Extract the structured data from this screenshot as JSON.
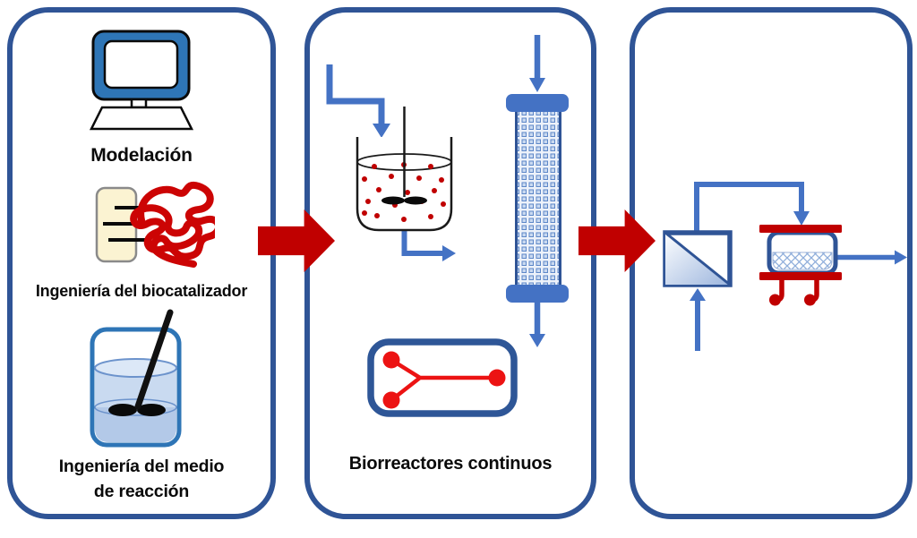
{
  "colors": {
    "panel_border": "#2F5496",
    "flow_blue": "#4472C4",
    "block_arrow_red": "#C00000",
    "bright_red": "#EC1313",
    "monitor_blue": "#2E75B6",
    "support_cream": "#FBF3D2"
  },
  "panel_left": {
    "item_modeling": {
      "label": "Modelación",
      "icon": "computer-monitor-icon"
    },
    "item_biocatalyst": {
      "label": "Ingeniería del biocatalizador",
      "icon": "immobilized-enzyme-icon"
    },
    "item_medium": {
      "line1": "Ingeniería del medio",
      "line2": "de reacción",
      "icon": "reaction-vessel-icon"
    }
  },
  "panel_middle": {
    "label": "Biorreactores continuos",
    "icons": [
      "stirred-tank-reactor-icon",
      "packed-bed-column-icon",
      "microfluidic-chip-icon"
    ]
  },
  "panel_right": {
    "icons": [
      "separator-unit-icon",
      "membrane-module-icon"
    ]
  },
  "connectors": {
    "between_panels": [
      "red-block-arrow",
      "red-block-arrow"
    ],
    "flow_lines": "blue-flow-arrows"
  }
}
